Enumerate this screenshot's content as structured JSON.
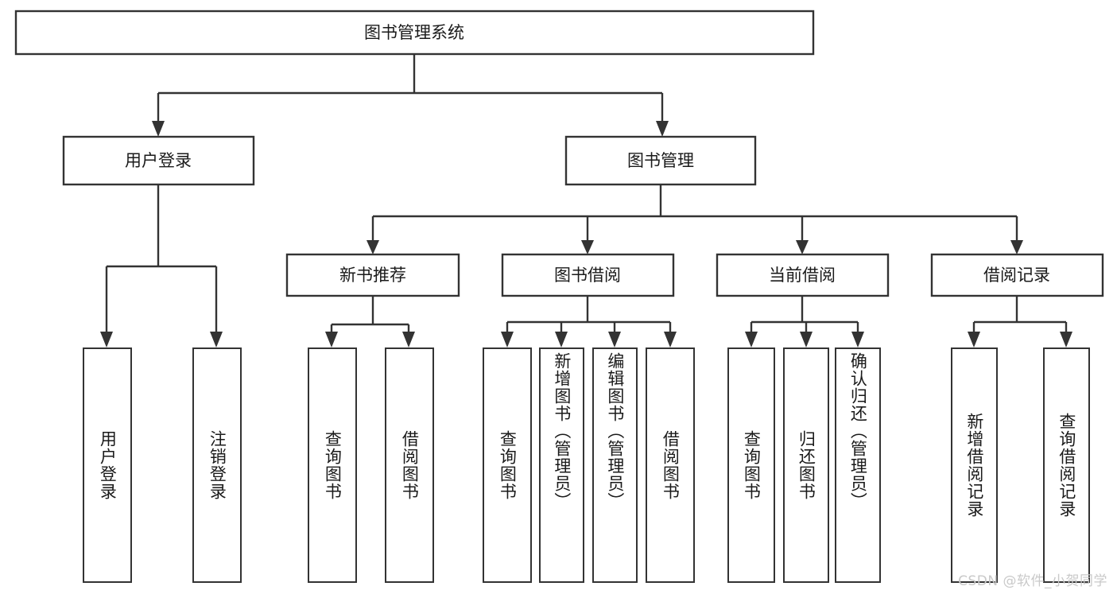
{
  "diagram": {
    "type": "tree",
    "title": "图书管理系统",
    "watermark": "CSDN @软件_小贺同学",
    "colors": {
      "stroke": "#333333",
      "box_fill": "#ffffff",
      "text": "#1a1a1a",
      "background": "#ffffff",
      "watermark": "#c9c9c9"
    },
    "root": {
      "label": "图书管理系统",
      "children": [
        {
          "label": "用户登录",
          "children": [
            {
              "label": "用户登录"
            },
            {
              "label": "注销登录"
            }
          ]
        },
        {
          "label": "图书管理",
          "children": [
            {
              "label": "新书推荐",
              "children": [
                {
                  "label": "查询图书"
                },
                {
                  "label": "借阅图书"
                }
              ]
            },
            {
              "label": "图书借阅",
              "children": [
                {
                  "label": "查询图书"
                },
                {
                  "label": "新增图书（管理员）"
                },
                {
                  "label": "编辑图书（管理员）"
                },
                {
                  "label": "借阅图书"
                }
              ]
            },
            {
              "label": "当前借阅",
              "children": [
                {
                  "label": "查询图书"
                },
                {
                  "label": "归还图书"
                },
                {
                  "label": "确认归还（管理员）"
                }
              ]
            },
            {
              "label": "借阅记录",
              "children": [
                {
                  "label": "新增借阅记录"
                },
                {
                  "label": "查询借阅记录"
                }
              ]
            }
          ]
        }
      ]
    },
    "nodes": {
      "root": "图书管理系统",
      "level1": [
        "用户登录",
        "图书管理"
      ],
      "level2": [
        "新书推荐",
        "图书借阅",
        "当前借阅",
        "借阅记录"
      ],
      "leaves_user": [
        "用户登录",
        "注销登录"
      ],
      "leaves_new": [
        "查询图书",
        "借阅图书"
      ],
      "leaves_borrow": [
        "查询图书",
        "新增图书（管理员）",
        "编辑图书（管理员）",
        "借阅图书"
      ],
      "leaves_current": [
        "查询图书",
        "归还图书",
        "确认归还（管理员）"
      ],
      "leaves_record": [
        "新增借阅记录",
        "查询借阅记录"
      ]
    }
  }
}
